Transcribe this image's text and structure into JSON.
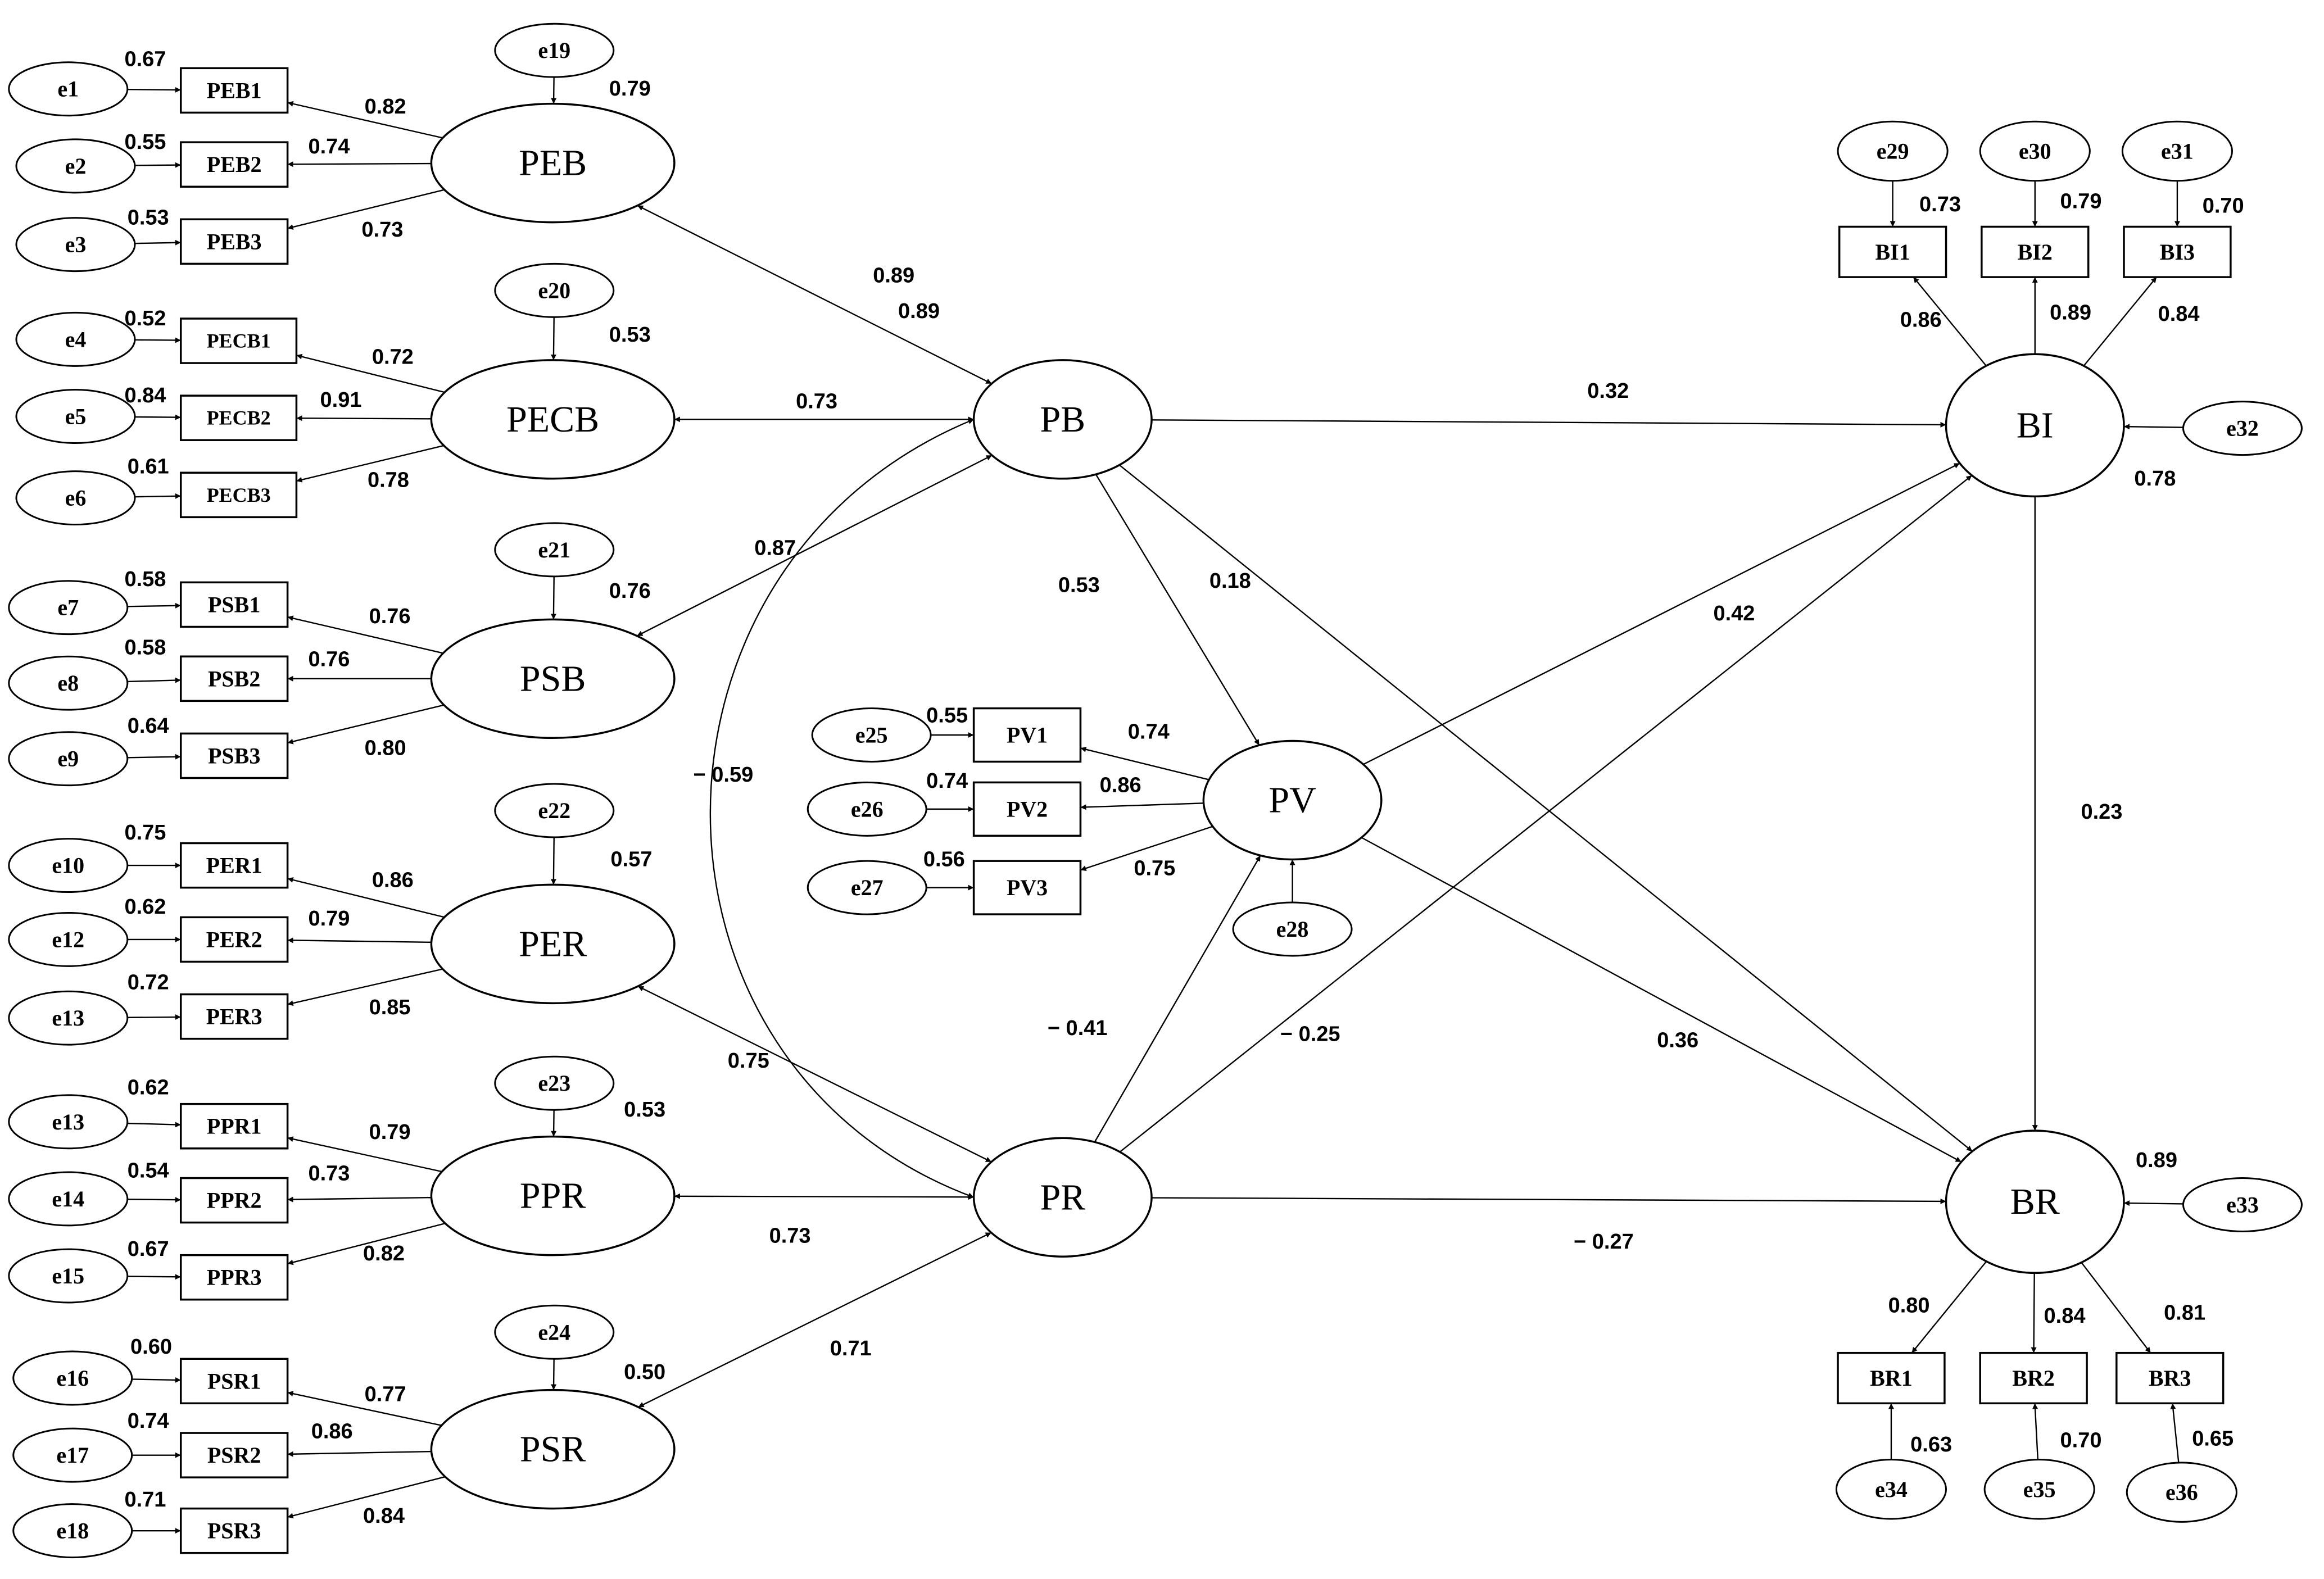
{
  "latents": [
    {
      "id": "PEB",
      "label": "PEB"
    },
    {
      "id": "PECB",
      "label": "PECB"
    },
    {
      "id": "PSB",
      "label": "PSB"
    },
    {
      "id": "PER",
      "label": "PER"
    },
    {
      "id": "PPR",
      "label": "PPR"
    },
    {
      "id": "PSR",
      "label": "PSR"
    },
    {
      "id": "PB",
      "label": "PB"
    },
    {
      "id": "PR",
      "label": "PR"
    },
    {
      "id": "PV",
      "label": "PV"
    },
    {
      "id": "BI",
      "label": "BI"
    },
    {
      "id": "BR",
      "label": "BR"
    }
  ],
  "indicators": [
    {
      "id": "PEB1",
      "label": "PEB1"
    },
    {
      "id": "PEB2",
      "label": "PEB2"
    },
    {
      "id": "PEB3",
      "label": "PEB3"
    },
    {
      "id": "PECB1",
      "label": "PECB1"
    },
    {
      "id": "PECB2",
      "label": "PECB2"
    },
    {
      "id": "PECB3",
      "label": "PECB3"
    },
    {
      "id": "PSB1",
      "label": "PSB1"
    },
    {
      "id": "PSB2",
      "label": "PSB2"
    },
    {
      "id": "PSB3",
      "label": "PSB3"
    },
    {
      "id": "PER1",
      "label": "PER1"
    },
    {
      "id": "PER2",
      "label": "PER2"
    },
    {
      "id": "PER3",
      "label": "PER3"
    },
    {
      "id": "PPR1",
      "label": "PPR1"
    },
    {
      "id": "PPR2",
      "label": "PPR2"
    },
    {
      "id": "PPR3",
      "label": "PPR3"
    },
    {
      "id": "PSR1",
      "label": "PSR1"
    },
    {
      "id": "PSR2",
      "label": "PSR2"
    },
    {
      "id": "PSR3",
      "label": "PSR3"
    },
    {
      "id": "PV1",
      "label": "PV1"
    },
    {
      "id": "PV2",
      "label": "PV2"
    },
    {
      "id": "PV3",
      "label": "PV3"
    },
    {
      "id": "BI1",
      "label": "BI1"
    },
    {
      "id": "BI2",
      "label": "BI2"
    },
    {
      "id": "BI3",
      "label": "BI3"
    },
    {
      "id": "BR1",
      "label": "BR1"
    },
    {
      "id": "BR2",
      "label": "BR2"
    },
    {
      "id": "BR3",
      "label": "BR3"
    }
  ],
  "errors": [
    {
      "id": "e1",
      "label": "e1"
    },
    {
      "id": "e2",
      "label": "e2"
    },
    {
      "id": "e3",
      "label": "e3"
    },
    {
      "id": "e4",
      "label": "e4"
    },
    {
      "id": "e5",
      "label": "e5"
    },
    {
      "id": "e6",
      "label": "e6"
    },
    {
      "id": "e7",
      "label": "e7"
    },
    {
      "id": "e8",
      "label": "e8"
    },
    {
      "id": "e9",
      "label": "e9"
    },
    {
      "id": "e10",
      "label": "e10"
    },
    {
      "id": "e12",
      "label": "e12"
    },
    {
      "id": "e13a",
      "label": "e13"
    },
    {
      "id": "e13b",
      "label": "e13"
    },
    {
      "id": "e14",
      "label": "e14"
    },
    {
      "id": "e15",
      "label": "e15"
    },
    {
      "id": "e16",
      "label": "e16"
    },
    {
      "id": "e17",
      "label": "e17"
    },
    {
      "id": "e18",
      "label": "e18"
    },
    {
      "id": "e19",
      "label": "e19"
    },
    {
      "id": "e20",
      "label": "e20"
    },
    {
      "id": "e21",
      "label": "e21"
    },
    {
      "id": "e22",
      "label": "e22"
    },
    {
      "id": "e23",
      "label": "e23"
    },
    {
      "id": "e24",
      "label": "e24"
    },
    {
      "id": "e25",
      "label": "e25"
    },
    {
      "id": "e26",
      "label": "e26"
    },
    {
      "id": "e27",
      "label": "e27"
    },
    {
      "id": "e28",
      "label": "e28"
    },
    {
      "id": "e29",
      "label": "e29"
    },
    {
      "id": "e30",
      "label": "e30"
    },
    {
      "id": "e31",
      "label": "e31"
    },
    {
      "id": "e32",
      "label": "e32"
    },
    {
      "id": "e33",
      "label": "e33"
    },
    {
      "id": "e34",
      "label": "e34"
    },
    {
      "id": "e35",
      "label": "e35"
    },
    {
      "id": "e36",
      "label": "e36"
    }
  ],
  "coefficients": {
    "e1_PEB1": "0.67",
    "e2_PEB2": "0.55",
    "e3_PEB3": "0.53",
    "PEB_PEB1": "0.82",
    "PEB_PEB2": "0.74",
    "PEB_PEB3": "0.73",
    "e19_PEB": "0.79",
    "e4_PECB1": "0.52",
    "e5_PECB2": "0.84",
    "e6_PECB3": "0.61",
    "PECB_PECB1": "0.72",
    "PECB_PECB2": "0.91",
    "PECB_PECB3": "0.78",
    "e20_PECB": "0.53",
    "e7_PSB1": "0.58",
    "e8_PSB2": "0.58",
    "e9_PSB3": "0.64",
    "PSB_PSB1": "0.76",
    "PSB_PSB2": "0.76",
    "PSB_PSB3": "0.80",
    "e21_PSB": "0.76",
    "e10_PER1": "0.75",
    "e12_PER2": "0.62",
    "e13_PER3": "0.72",
    "PER_PER1": "0.86",
    "PER_PER2": "0.79",
    "PER_PER3": "0.85",
    "e22_PER": "0.57",
    "e13_PPR1": "0.62",
    "e14_PPR2": "0.54",
    "e15_PPR3": "0.67",
    "PPR_PPR1": "0.79",
    "PPR_PPR2": "0.73",
    "PPR_PPR3": "0.82",
    "e23_PPR": "0.53",
    "e16_PSR1": "0.60",
    "e17_PSR2": "0.74",
    "e18_PSR3": "0.71",
    "PSR_PSR1": "0.77",
    "PSR_PSR2": "0.86",
    "PSR_PSR3": "0.84",
    "e24_PSR": "0.50",
    "PB_PEB_a": "0.89",
    "PB_PEB_b": "0.89",
    "PB_PECB": "0.73",
    "PB_PSB": "0.87",
    "PB_BI": "0.32",
    "PB_BR": "0.18",
    "PB_PV": "0.53",
    "PB_PR": "− 0.59",
    "PR_PER": "0.75",
    "PR_PPR": "0.73",
    "PR_PSR": "0.71",
    "PR_PV": "− 0.41",
    "PR_BI": "− 0.25",
    "PR_BR": "− 0.27",
    "PV_BI": "0.42",
    "PV_BR": "0.36",
    "e25_PV1": "0.55",
    "e26_PV2": "0.74",
    "e27_PV3": "0.56",
    "PV_PV1": "0.74",
    "PV_PV2": "0.86",
    "PV_PV3": "0.75",
    "BI_BR": "0.23",
    "e32_BI": "0.78",
    "e33_BR": "0.89",
    "BI_BI1": "0.86",
    "BI_BI2": "0.89",
    "BI_BI3": "0.84",
    "e29_BI1": "0.73",
    "e30_BI2": "0.79",
    "e31_BI3": "0.70",
    "BR_BR1": "0.80",
    "BR_BR2": "0.84",
    "BR_BR3": "0.81",
    "e34_BR1": "0.63",
    "e35_BR2": "0.70",
    "e36_BR3": "0.65"
  }
}
